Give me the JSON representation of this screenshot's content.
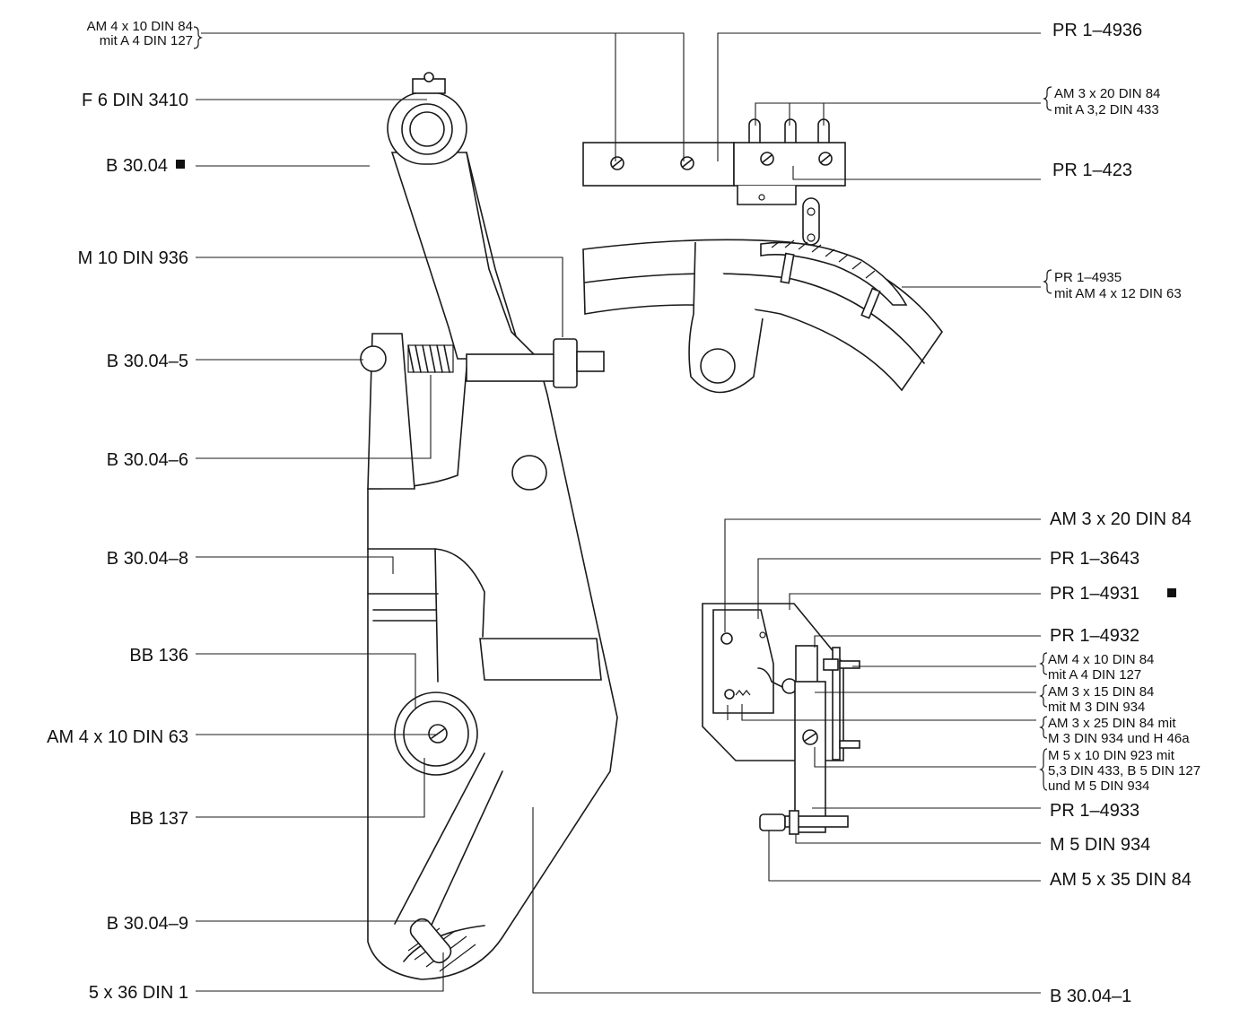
{
  "left_labels": [
    "F 6  DIN 3410",
    "B  30.04",
    "M  10  DIN 936",
    "B  30.04–5",
    "B  30.04–6",
    "B  30.04–8",
    "BB  136",
    "AM  4 x 10  DIN 63",
    "BB  137",
    "B  30.04–9",
    "5 x 36  DIN 1"
  ],
  "top_left_pair": [
    "AM  4 x 10  DIN 84",
    "mit  A  4  DIN 127"
  ],
  "right_top_labels": [
    "PR  1–4936",
    "PR  1–423"
  ],
  "right_top_pairs": [
    [
      "AM  3 x 20  DIN 84",
      "mit  A  3,2  DIN 433"
    ],
    [
      "PR  1–4935",
      "mit  AM  4 x 12  DIN 63"
    ]
  ],
  "right_bottom_labels": [
    "AM  3 x 20  DIN 84",
    "PR  1–3643",
    "PR  1–4931",
    "PR  1–4932",
    "PR  1–4933",
    "M  5  DIN 934",
    "AM  5 x 35  DIN 84",
    "B  30.04–1"
  ],
  "right_small_groups": [
    [
      "AM  4 x 10  DIN  84",
      "mit  A  4  DIN  127"
    ],
    [
      "AM  3 x 15  DIN 84",
      "mit  M  3  DIN  934"
    ],
    [
      "AM  3 x 25  DIN 84  mit",
      "M  3  DIN 934  und  H  46a"
    ],
    [
      "M  5 x 10  DIN 923  mit",
      "5,3  DIN  433,  B  5  DIN  127",
      "und  M  5  DIN  934"
    ]
  ],
  "marked_items": [
    "B  30.04",
    "PR  1–4931"
  ]
}
